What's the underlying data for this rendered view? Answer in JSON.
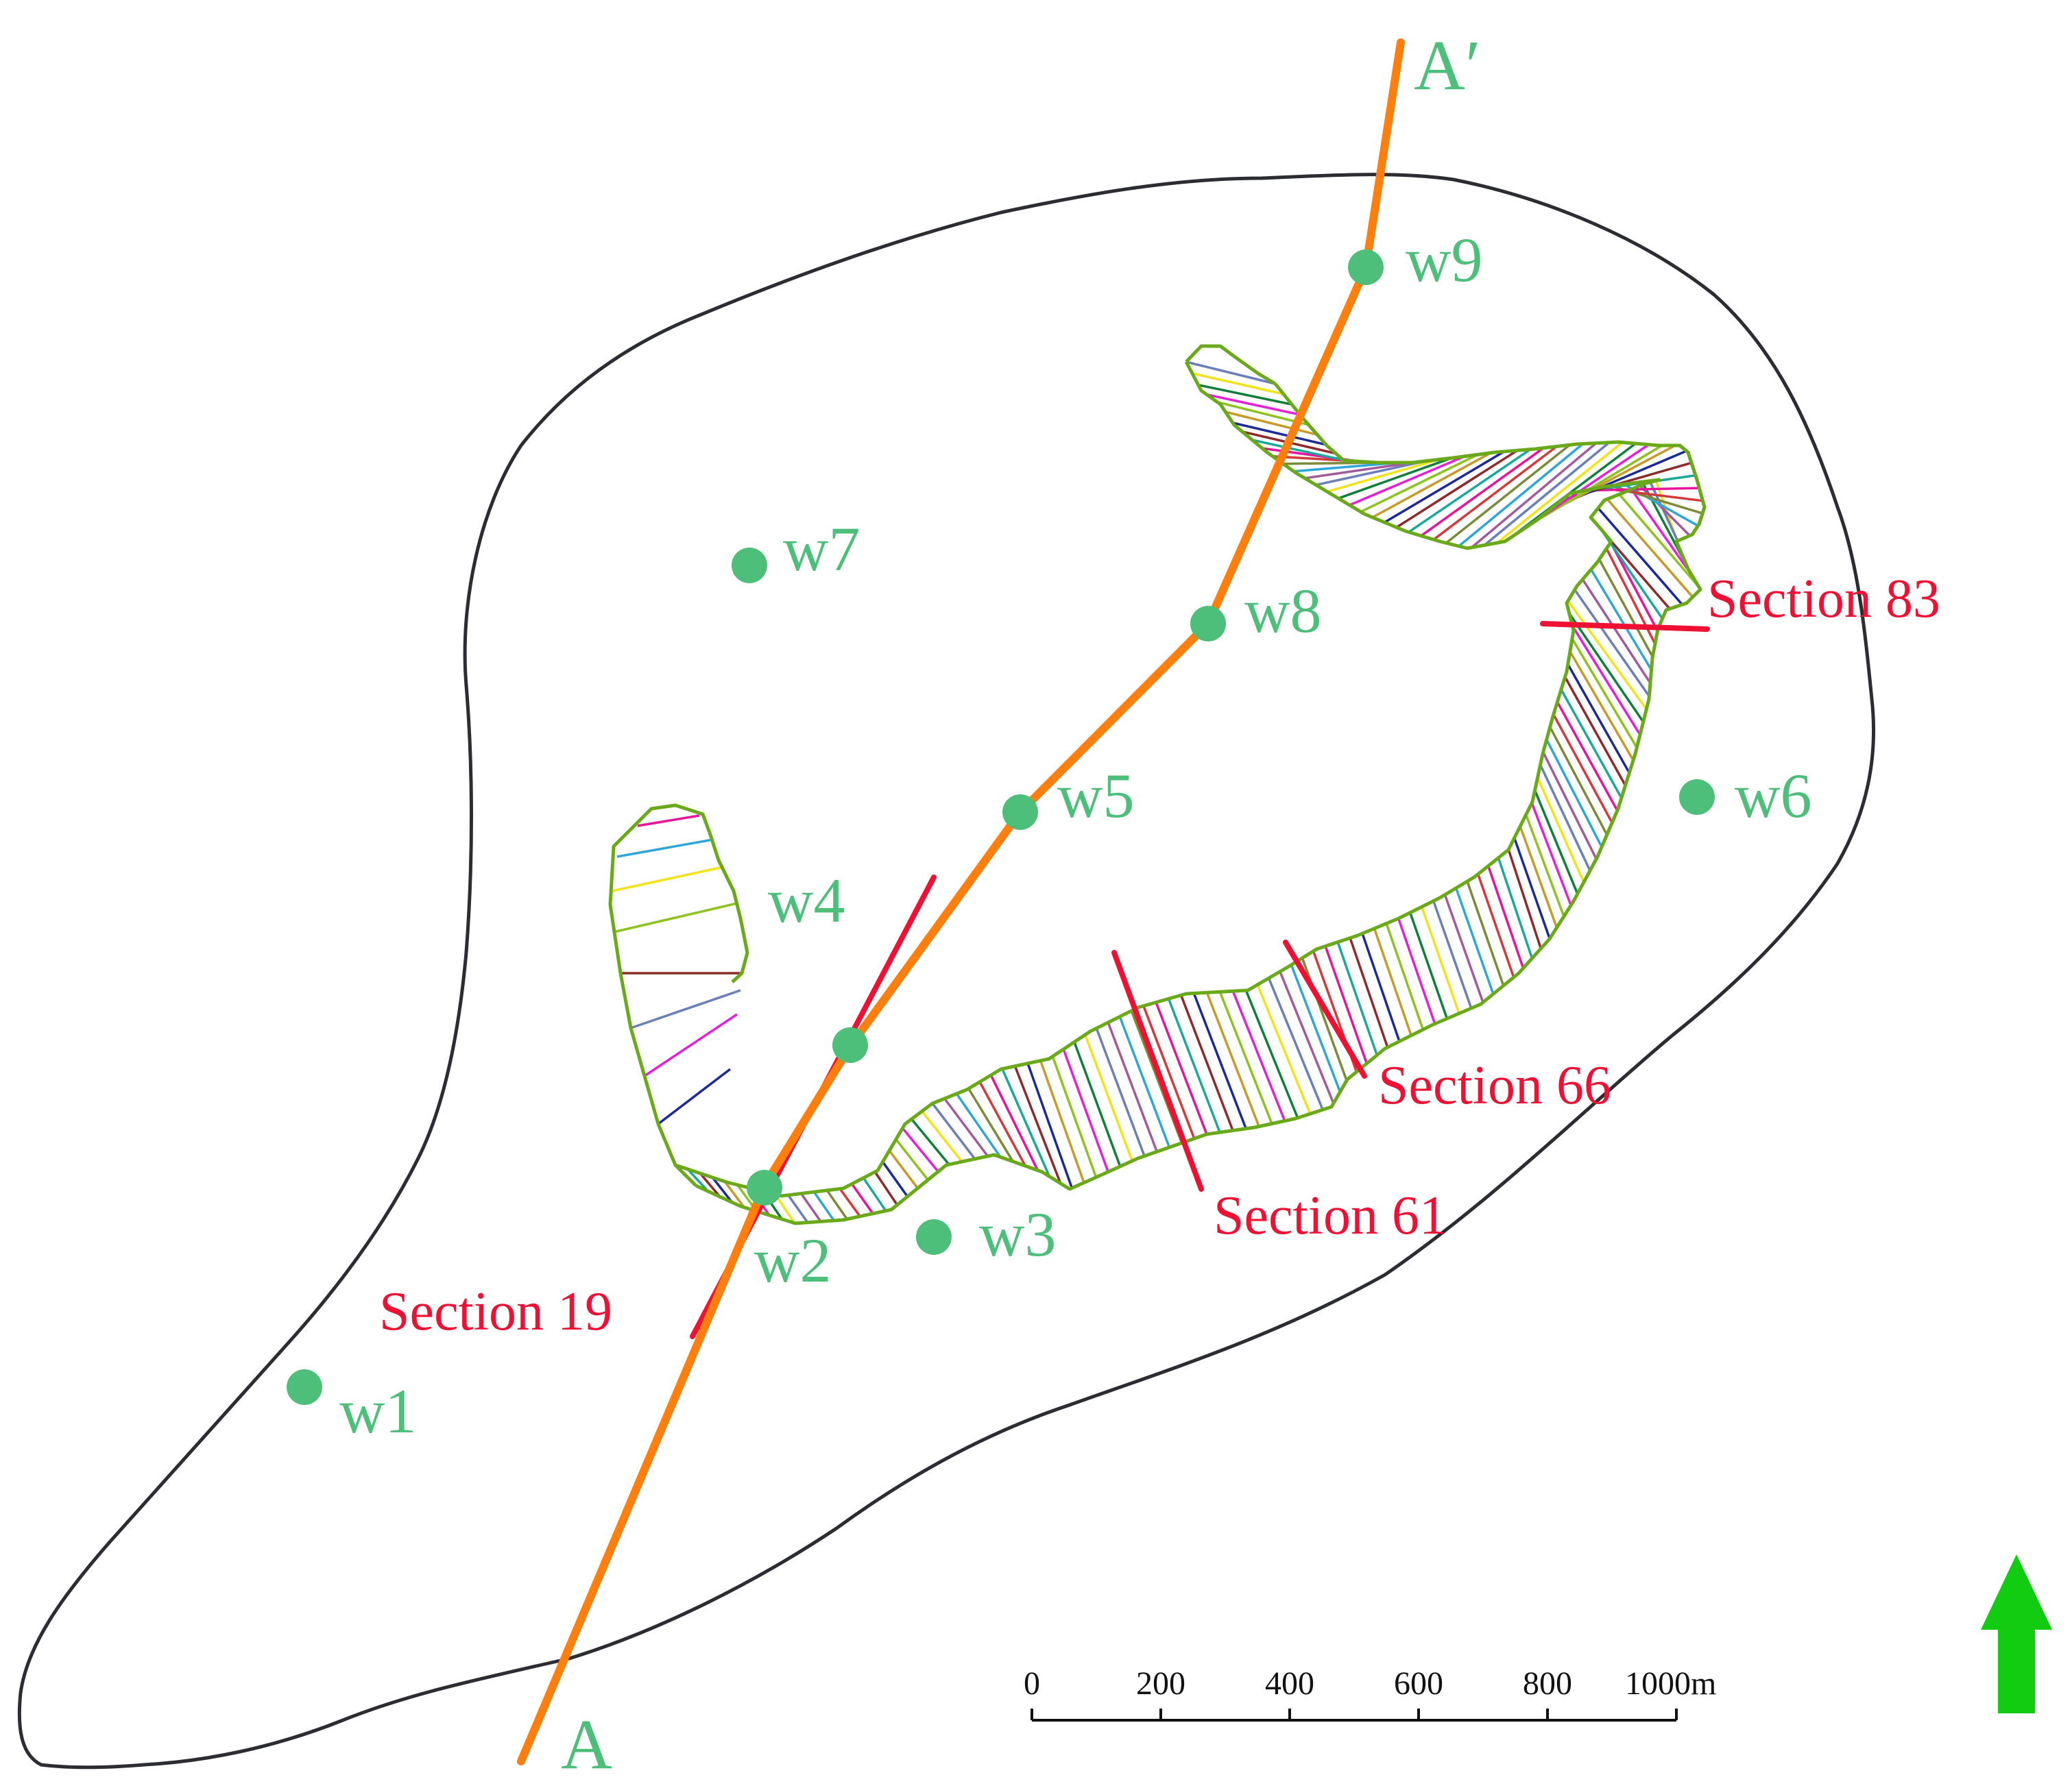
{
  "map": {
    "profile": {
      "start_label": "A",
      "end_label": "A′"
    },
    "wells": [
      {
        "id": "w1",
        "label": "w1"
      },
      {
        "id": "w2",
        "label": "w2"
      },
      {
        "id": "w3",
        "label": "w3"
      },
      {
        "id": "w4",
        "label": "w4"
      },
      {
        "id": "w5",
        "label": "w5"
      },
      {
        "id": "w6",
        "label": "w6"
      },
      {
        "id": "w7",
        "label": "w7"
      },
      {
        "id": "w8",
        "label": "w8"
      },
      {
        "id": "w9",
        "label": "w9"
      }
    ],
    "sections": [
      {
        "id": "s19",
        "label": "Section 19"
      },
      {
        "id": "s61",
        "label": "Section 61"
      },
      {
        "id": "s66",
        "label": "Section 66"
      },
      {
        "id": "s83",
        "label": "Section 83"
      }
    ],
    "scale_bar": {
      "ticks": [
        "0",
        "200",
        "400",
        "600",
        "800",
        "1000m"
      ],
      "unit": "m"
    },
    "north_arrow": {
      "icon": "north-arrow-icon"
    },
    "colors": {
      "outline": "#2b2d33",
      "profile_line": "#ff7f0e",
      "wells": "#4dbf7a",
      "sections": "#ee1133",
      "channel_border": "#6aaa1a",
      "north_arrow": "#11cc11"
    }
  }
}
